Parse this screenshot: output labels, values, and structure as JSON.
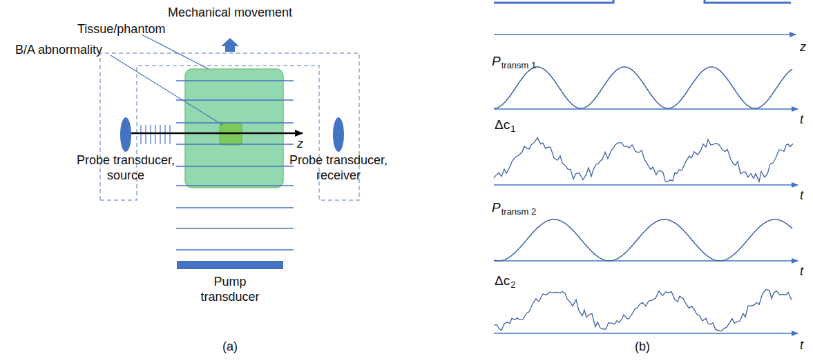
{
  "diagram": {
    "nodes": [
      {
        "text": [
          "Probe transducer, source"
        ]
      },
      {
        "text": [
          "Probe transducer, receiver"
        ]
      },
      {
        "text": [
          "Pump transducer"
        ]
      }
    ],
    "labels": [
      "Mechanical movement",
      "Tissue/phantom",
      "B/A abnormality",
      "z",
      "(a)",
      "z",
      "P",
      "transm 1",
      "t",
      "Δc",
      "1",
      "t",
      "P",
      "transm 2",
      "t",
      "Δc",
      "2",
      "t",
      "(b)"
    ]
  }
}
